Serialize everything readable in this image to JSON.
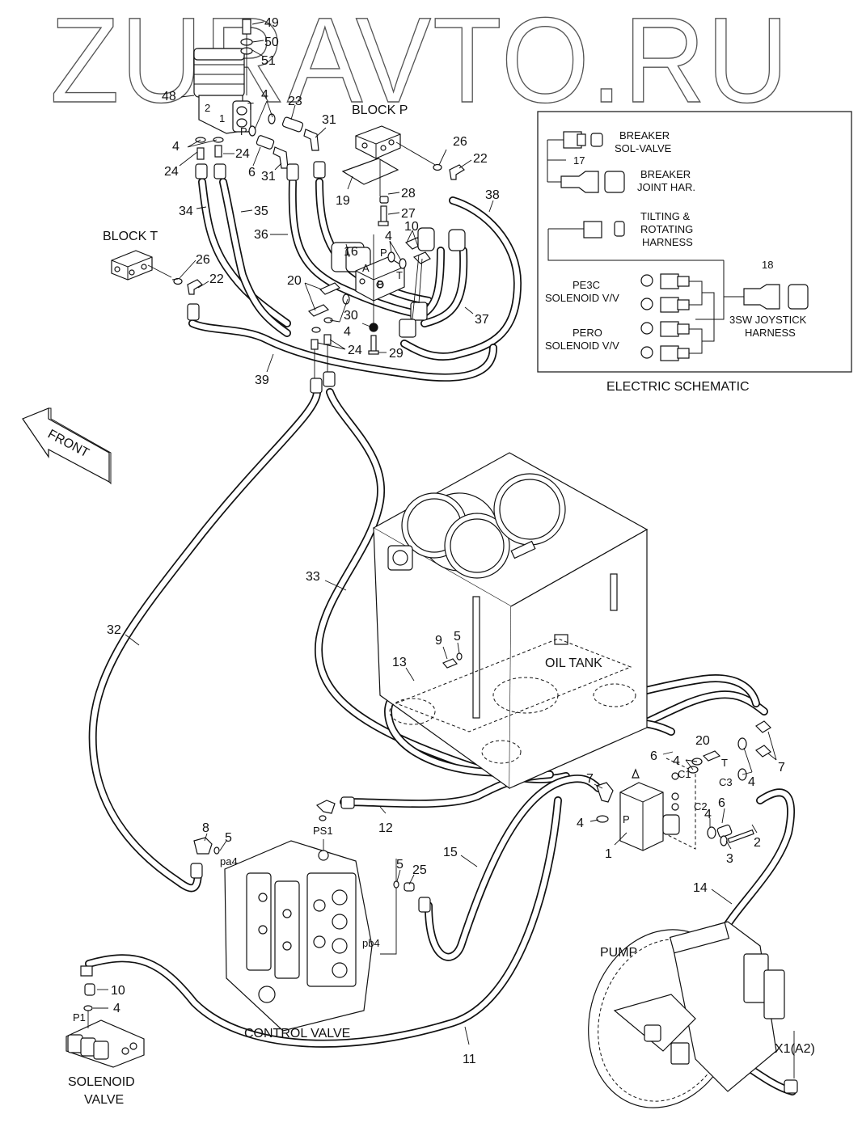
{
  "watermark": "ZURAVTO.RU",
  "front_arrow": "FRONT",
  "components": {
    "block_p": "BLOCK P",
    "block_t": "BLOCK T",
    "oil_tank": "OIL TANK",
    "control_valve": "CONTROL VALVE",
    "pump": "PUMP",
    "solenoid_valve_line1": "SOLENOID",
    "solenoid_valve_line2": "VALVE"
  },
  "ports": {
    "T_top": "T",
    "P_top": "P",
    "one": "1",
    "two": "2",
    "P_block": "P",
    "A_block": "A",
    "B_block": "B",
    "T_block": "T",
    "PS1": "PS1",
    "pa4": "pa4",
    "pb4": "pb4",
    "P1": "P1",
    "C1": "C1",
    "C2": "C2",
    "C3": "C3",
    "T_low": "T",
    "P_low": "P",
    "X1A2": "X1(A2)"
  },
  "electric_schematic": {
    "title": "ELECTRIC SCHEMATIC",
    "breaker_sol_valve": [
      "BREAKER",
      "SOL-VALVE"
    ],
    "breaker_joint_har": [
      "BREAKER",
      "JOINT HAR."
    ],
    "tilting_rotating": [
      "TILTING &",
      "ROTATING",
      "HARNESS"
    ],
    "pe3c": [
      "PE3C",
      "SOLENOID V/V"
    ],
    "pero": [
      "PERO",
      "SOLENOID V/V"
    ],
    "joystick": [
      "3SW JOYSTICK",
      "HARNESS"
    ],
    "ref17": "17",
    "ref18": "18"
  },
  "callouts": {
    "c49": "49",
    "c50": "50",
    "c51": "51",
    "c48": "48",
    "c4a": "4",
    "c23": "23",
    "c31a": "31",
    "c4b": "4",
    "c24a": "24",
    "c24b": "24",
    "c6a": "6",
    "c31b": "31",
    "c26a": "26",
    "c22a": "22",
    "c17x": "",
    "c19": "19",
    "c28": "28",
    "c27": "27",
    "c38": "38",
    "c34": "34",
    "c35": "35",
    "c36": "36",
    "c16": "16",
    "c10a": "10",
    "c4c": "4",
    "c26b": "26",
    "c22b": "22",
    "c20a": "20",
    "c37": "37",
    "c30": "30",
    "c4d": "4",
    "c24c": "24",
    "c29": "29",
    "c39": "39",
    "c33": "33",
    "c32": "32",
    "c9": "9",
    "c5a": "5",
    "c13": "13",
    "c6b": "6",
    "c4e": "4",
    "c20b": "20",
    "c7a": "7",
    "c4f": "4",
    "c7b": "7",
    "c4g": "4",
    "c6c": "6",
    "c2": "2",
    "c3": "3",
    "c1": "1",
    "c4h": "4",
    "c12": "12",
    "c8": "8",
    "c5b": "5",
    "c15": "15",
    "c5c": "5",
    "c25": "25",
    "c14": "14",
    "c10b": "10",
    "c4i": "4",
    "c11": "11"
  }
}
